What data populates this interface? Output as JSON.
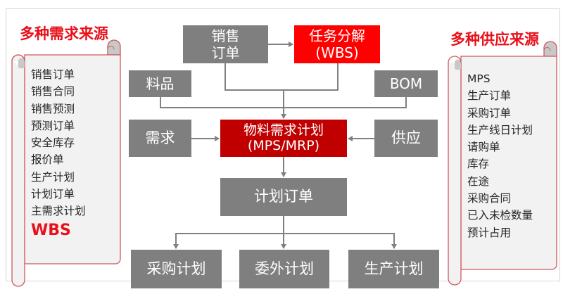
{
  "left_panel": {
    "title": "多种需求来源",
    "items": [
      "销售订单",
      "销售合同",
      "销售预测",
      "预测订单",
      "安全库存",
      "报价单",
      "生产计划",
      "计划订单",
      "主需求计划"
    ],
    "highlight_item": "WBS"
  },
  "right_panel": {
    "title": "多种供应来源",
    "items": [
      "MPS",
      "生产订单",
      "采购订单",
      "生产线日计划",
      "请购单",
      "库存",
      "在途",
      "采购合同",
      "已入未检数量",
      "预计占用"
    ]
  },
  "flow": {
    "sales_order": {
      "line1": "销售",
      "line2": "订单"
    },
    "wbs": {
      "line1": "任务分解",
      "line2": "(WBS)"
    },
    "item": "料品",
    "bom": "BOM",
    "demand": "需求",
    "mrp": {
      "line1": "物料需求计划",
      "line2": "(MPS/MRP)"
    },
    "supply": "供应",
    "planned_order": "计划订单",
    "outputs": [
      "采购计划",
      "委外计划",
      "生产计划"
    ]
  },
  "colors": {
    "gray_box": "#7f7f7f",
    "red_box": "#ff0000",
    "dark_red_box": "#c00000",
    "title_red": "#e8101a",
    "connector": "#808080",
    "scroll_border": "#d0595e",
    "scroll_fill": "#f2f2f2"
  }
}
